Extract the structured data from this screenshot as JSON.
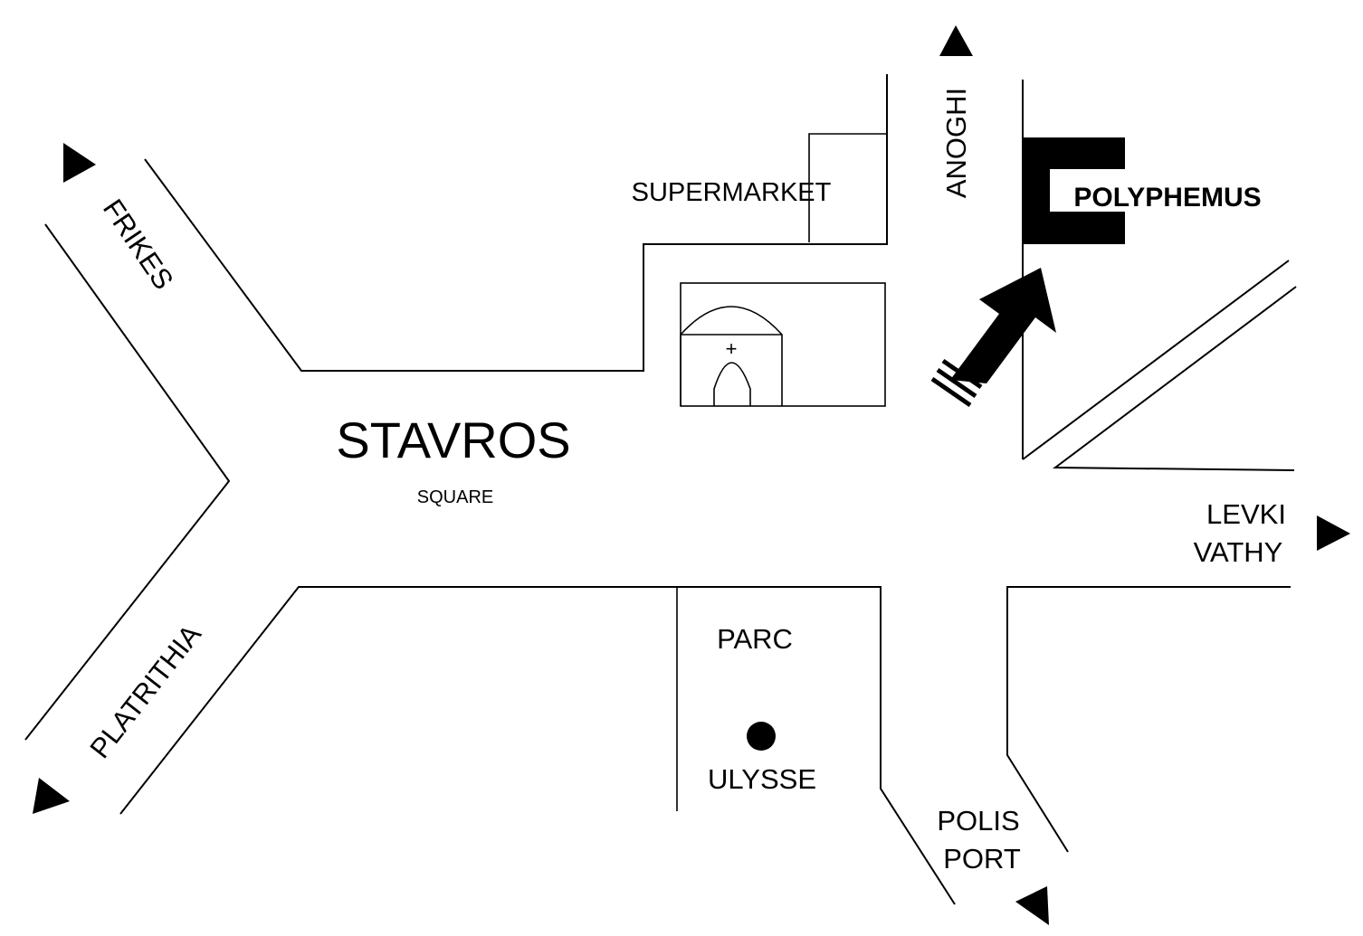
{
  "square": {
    "name": "STAVROS",
    "sub": "SQUARE"
  },
  "destinations": {
    "frikes": "FRIKES",
    "platrithia": "PLATRITHIA",
    "anoghi": "ANOGHI",
    "levki": "LEVKI",
    "vathy": "VATHY",
    "polis": "POLIS",
    "port": "PORT"
  },
  "places": {
    "supermarket": "SUPERMARKET",
    "polyphemus": "POLYPHEMUS",
    "parc": "PARC",
    "ulysse": "ULYSSE"
  },
  "church_symbol": "+",
  "colors": {
    "ink": "#000000",
    "paper": "#ffffff"
  }
}
